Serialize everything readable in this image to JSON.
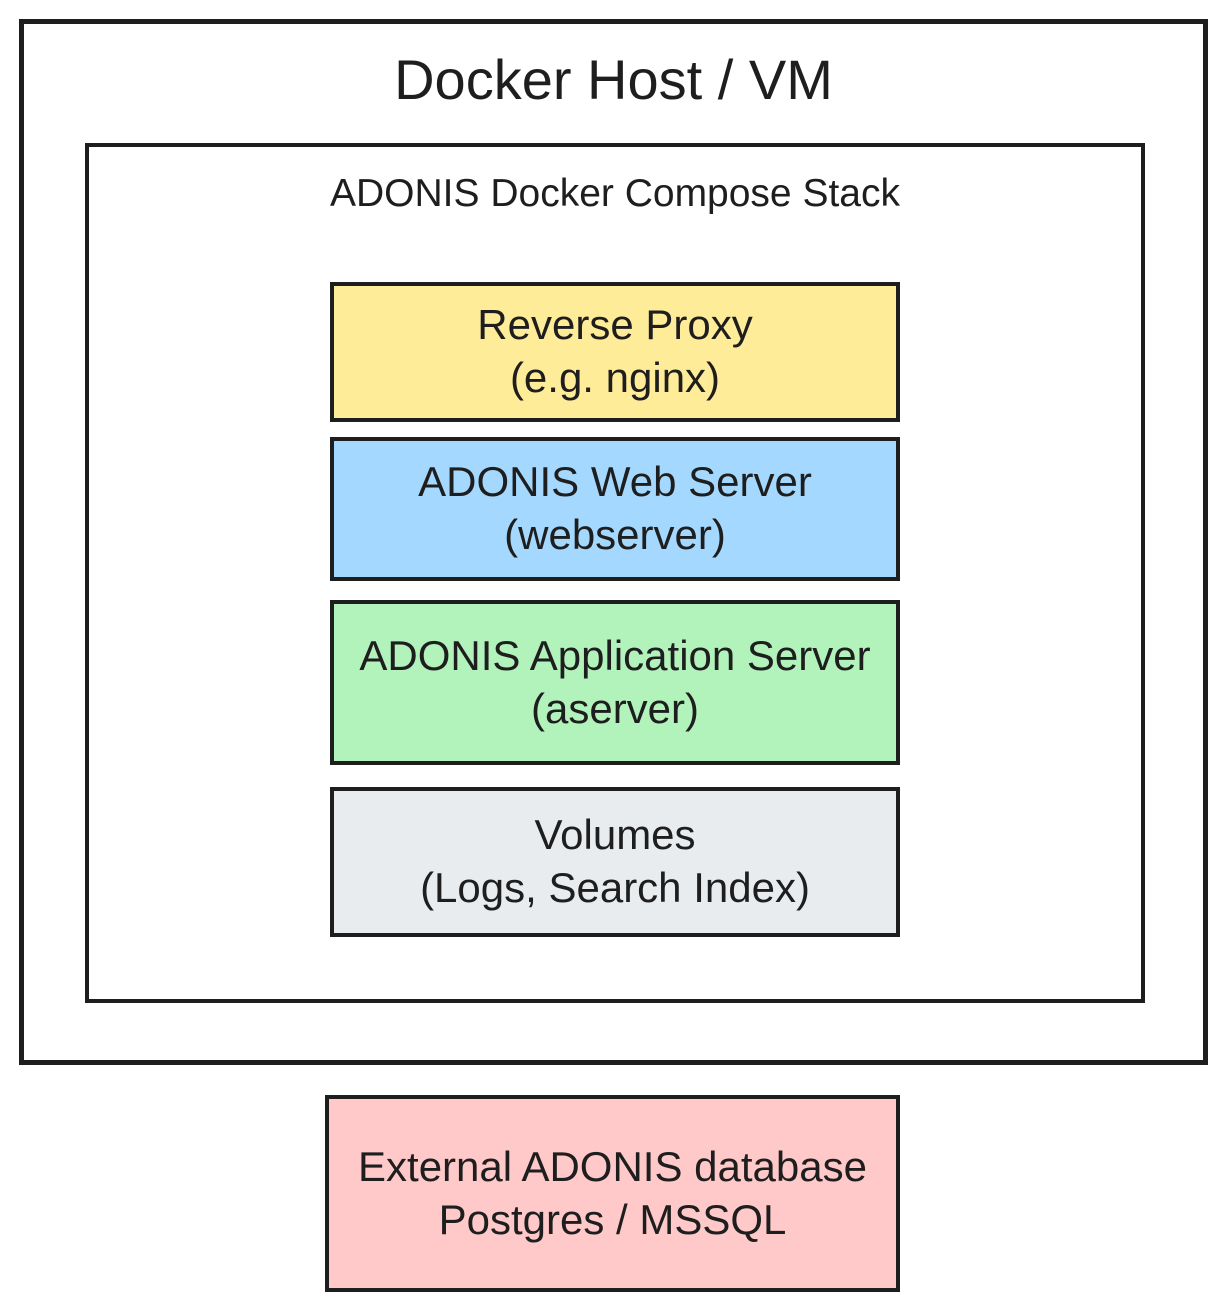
{
  "diagram": {
    "colors": {
      "background": "#ffffff",
      "stroke": "#1e1e1e",
      "text": "#1e1e1e"
    },
    "outer": {
      "title": "Docker Host / VM"
    },
    "inner": {
      "title": "ADONIS Docker Compose Stack"
    },
    "stack": [
      {
        "title": "Reverse Proxy",
        "subtitle": "(e.g. nginx)",
        "color": "#ffec99"
      },
      {
        "title": "ADONIS Web Server",
        "subtitle": "(webserver)",
        "color": "#a5d8ff"
      },
      {
        "title": "ADONIS Application Server",
        "subtitle": "(aserver)",
        "color": "#b2f2bb"
      },
      {
        "title": "Volumes",
        "subtitle": "(Logs, Search Index)",
        "color": "#e9ecef"
      }
    ],
    "external": {
      "title": "External ADONIS database",
      "subtitle": "Postgres / MSSQL",
      "color": "#ffc9c9"
    }
  }
}
